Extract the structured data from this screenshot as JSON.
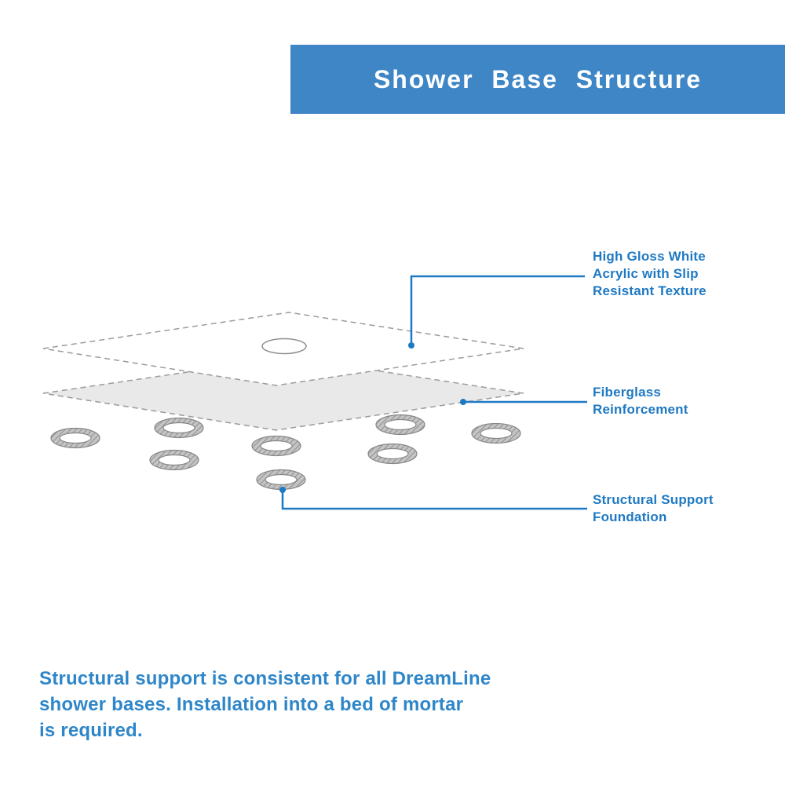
{
  "header": {
    "title": "Shower Base Structure"
  },
  "annotations": {
    "acrylic": {
      "label": "High Gloss White\nAcrylic with Slip\nResistant Texture"
    },
    "fiberglass": {
      "label": "Fiberglass\nReinforcement"
    },
    "support": {
      "label": "Structural Support\nFoundation"
    }
  },
  "footer": {
    "text": "Structural support is consistent for all DreamLine\nshower bases. Installation into a bed of mortar\nis required."
  },
  "colors": {
    "banner_bg": "#3e86c6",
    "banner_text": "#ffffff",
    "label_text": "#1e79c3",
    "leader_line": "#1e79c3",
    "footer_text": "#2e86c9",
    "layer_fill": "#e9e9e9",
    "outline_gray": "#9b9b9b"
  }
}
